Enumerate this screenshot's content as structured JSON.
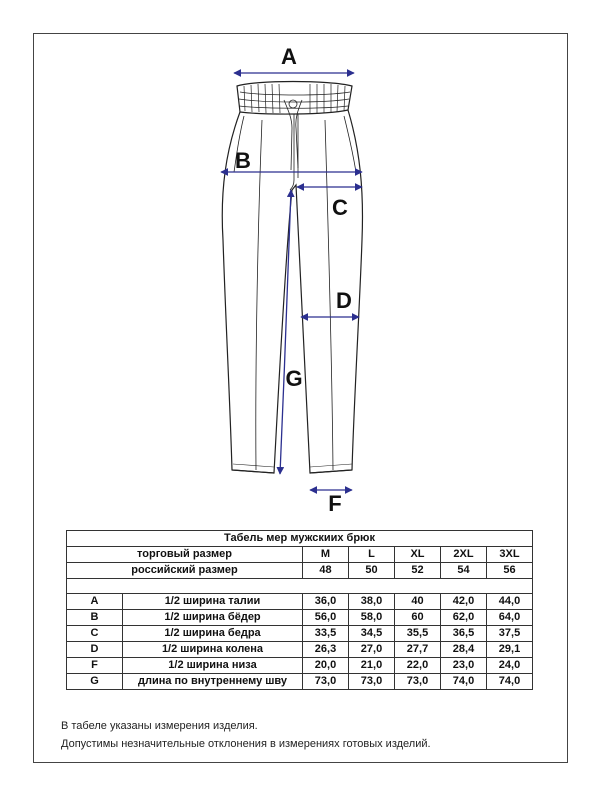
{
  "labels": {
    "a": "A",
    "b": "B",
    "c": "C",
    "d": "D",
    "f": "F",
    "g": "G"
  },
  "table": {
    "title": "Табель мер мужскиих брюк",
    "trade_size_label": "торговый размер",
    "ru_size_label": "российский размер",
    "sizes": [
      "M",
      "L",
      "XL",
      "2XL",
      "3XL"
    ],
    "ru_sizes": [
      "48",
      "50",
      "52",
      "54",
      "56"
    ],
    "rows": [
      {
        "code": "A",
        "name": "1/2 ширина талии",
        "values": [
          "36,0",
          "38,0",
          "40",
          "42,0",
          "44,0"
        ]
      },
      {
        "code": "B",
        "name": "1/2 ширина бёдер",
        "values": [
          "56,0",
          "58,0",
          "60",
          "62,0",
          "64,0"
        ]
      },
      {
        "code": "C",
        "name": "1/2 ширина бедра",
        "values": [
          "33,5",
          "34,5",
          "35,5",
          "36,5",
          "37,5"
        ]
      },
      {
        "code": "D",
        "name": "1/2 ширина колена",
        "values": [
          "26,3",
          "27,0",
          "27,7",
          "28,4",
          "29,1"
        ]
      },
      {
        "code": "F",
        "name": "1/2 ширина низа",
        "values": [
          "20,0",
          "21,0",
          "22,0",
          "23,0",
          "24,0"
        ]
      },
      {
        "code": "G",
        "name": "длина по внутреннему шву",
        "values": [
          "73,0",
          "73,0",
          "73,0",
          "74,0",
          "74,0"
        ]
      }
    ]
  },
  "notes": {
    "line1": "В табеле указаны измерения изделия.",
    "line2": "Допустимы незначительные отклонения в измерениях готовых изделий."
  },
  "colors": {
    "measure_line": "#2b2f8f",
    "outline": "#222222"
  }
}
